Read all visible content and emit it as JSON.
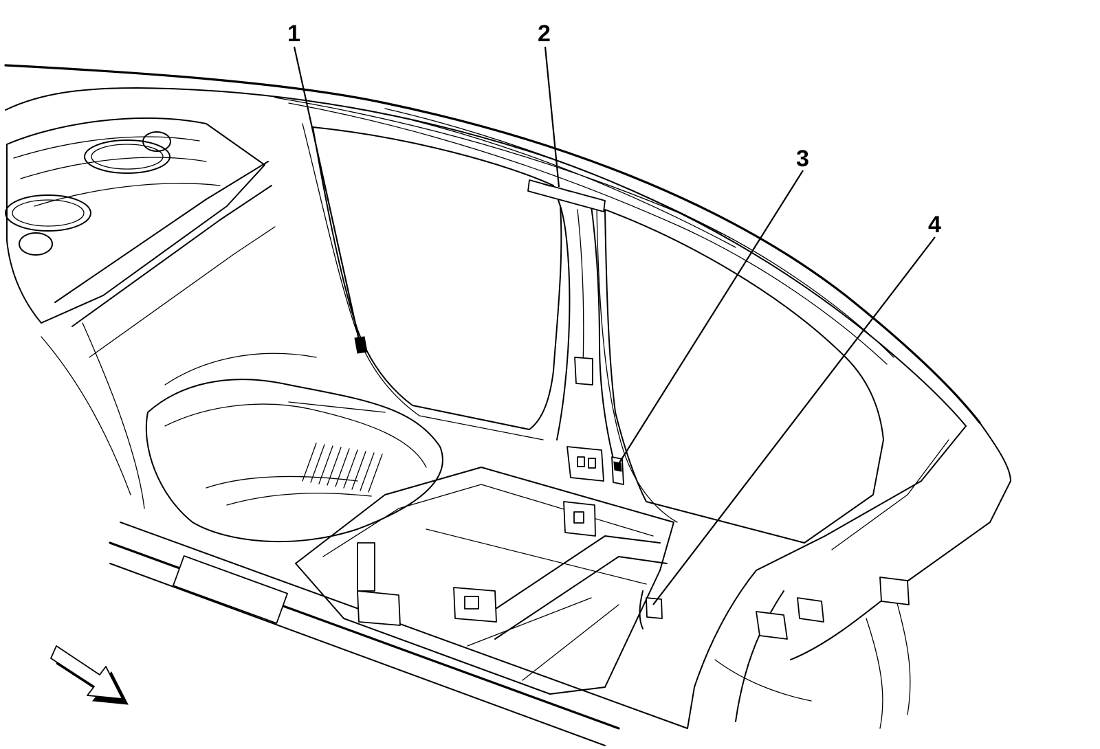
{
  "callouts": [
    {
      "label": "1"
    },
    {
      "label": "2"
    },
    {
      "label": "3"
    },
    {
      "label": "4"
    }
  ],
  "icons": {
    "direction_arrow": "front-direction-arrow-icon"
  },
  "colors": {
    "line": "#000000",
    "background": "#ffffff"
  }
}
